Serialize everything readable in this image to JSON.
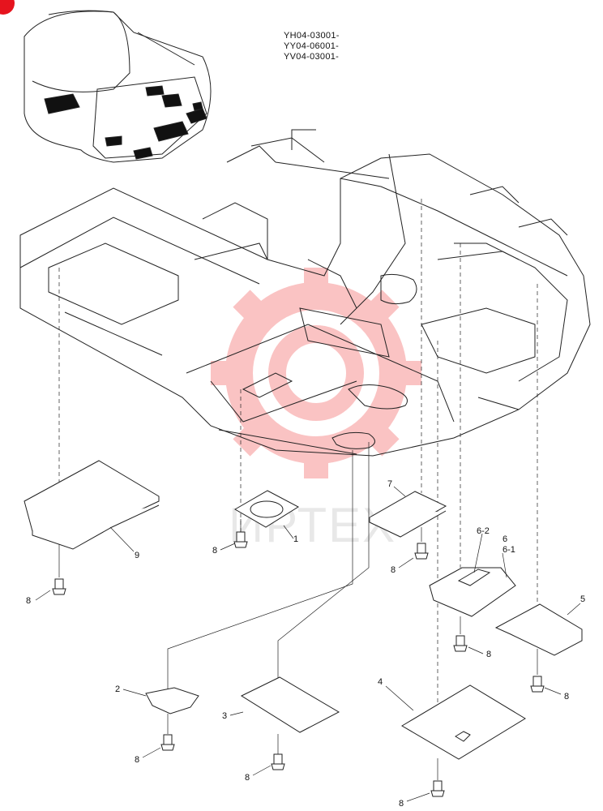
{
  "serials": [
    "YH04-03001-",
    "YY04-06001-",
    "YV04-03001-"
  ],
  "watermark": "ИРТЕХ",
  "colors": {
    "line": "#222222",
    "watermark": "#ef2b2b",
    "marker": "#e6141e"
  },
  "callouts": [
    {
      "id": "1",
      "text": "1"
    },
    {
      "id": "2",
      "text": "2"
    },
    {
      "id": "3",
      "text": "3"
    },
    {
      "id": "4",
      "text": "4"
    },
    {
      "id": "5",
      "text": "5"
    },
    {
      "id": "6",
      "text": "6"
    },
    {
      "id": "6-1",
      "text": "6-1"
    },
    {
      "id": "6-2",
      "text": "6-2"
    },
    {
      "id": "7",
      "text": "7"
    },
    {
      "id": "8a",
      "text": "8"
    },
    {
      "id": "8b",
      "text": "8"
    },
    {
      "id": "8c",
      "text": "8"
    },
    {
      "id": "8d",
      "text": "8"
    },
    {
      "id": "8e",
      "text": "8"
    },
    {
      "id": "8f",
      "text": "8"
    },
    {
      "id": "8g",
      "text": "8"
    },
    {
      "id": "8h",
      "text": "8"
    },
    {
      "id": "9",
      "text": "9"
    }
  ]
}
